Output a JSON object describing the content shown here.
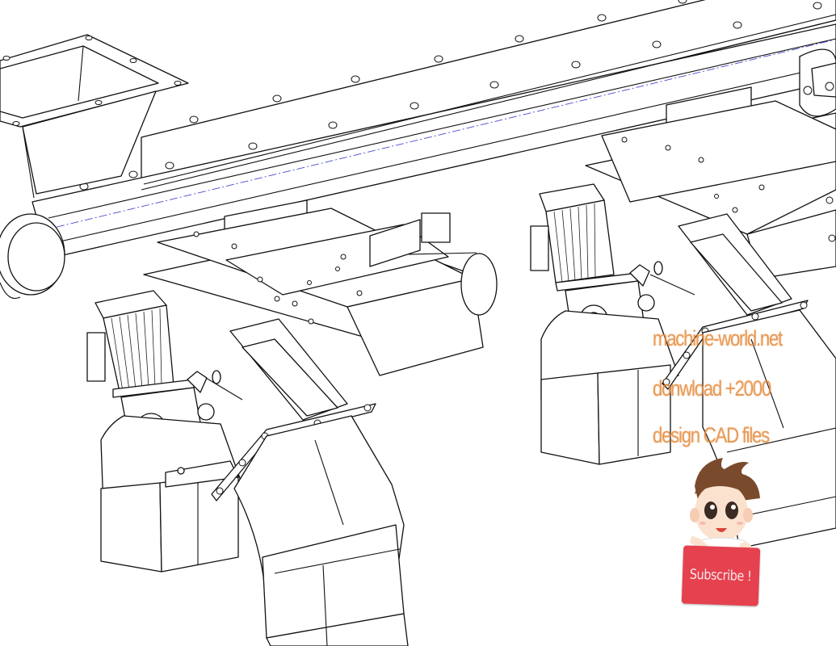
{
  "drawing": {
    "type": "isometric CAD line drawing",
    "subject": "screw conveyor trough with inlet hopper and two motorized rotary discharge gate assemblies with chutes",
    "components": [
      {
        "name": "inlet-hopper",
        "label": "Inlet hopper with flanged rectangular opening"
      },
      {
        "name": "screw-trough",
        "label": "Covered screw conveyor trough with bolted lid"
      },
      {
        "name": "end-bearing",
        "label": "Cylindrical end bearing housing"
      },
      {
        "name": "discharge-gate-1",
        "label": "Discharge slide gate assembly (left)"
      },
      {
        "name": "gear-motor-1",
        "label": "Finned electric gear motor (left)"
      },
      {
        "name": "chute-1",
        "label": "Split discharge chute (left)"
      },
      {
        "name": "discharge-gate-2",
        "label": "Discharge slide gate assembly (right)"
      },
      {
        "name": "gear-motor-2",
        "label": "Finned electric gear motor (right)"
      },
      {
        "name": "chute-2",
        "label": "Split discharge chute (right)"
      }
    ],
    "colors": {
      "line": "#111111",
      "centerline": "#4a4ad0",
      "background": "#ffffff"
    }
  },
  "watermark": {
    "line1": "machine-world.net",
    "line2": "donwload +2000",
    "line3": "design CAD files",
    "color": "#e58a3c"
  },
  "subscribe_badge": {
    "label": "Subscribe !",
    "sign_color": "#e5414f",
    "text_color": "#fbe8ea"
  }
}
